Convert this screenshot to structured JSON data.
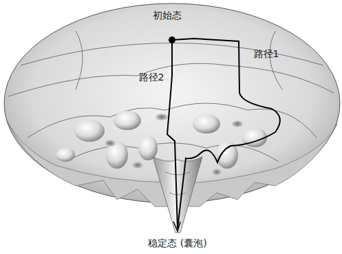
{
  "diagram": {
    "labels": [
      "初始态",
      "路径1",
      "路径2",
      "稳定态 (囊泡)"
    ]
  }
}
